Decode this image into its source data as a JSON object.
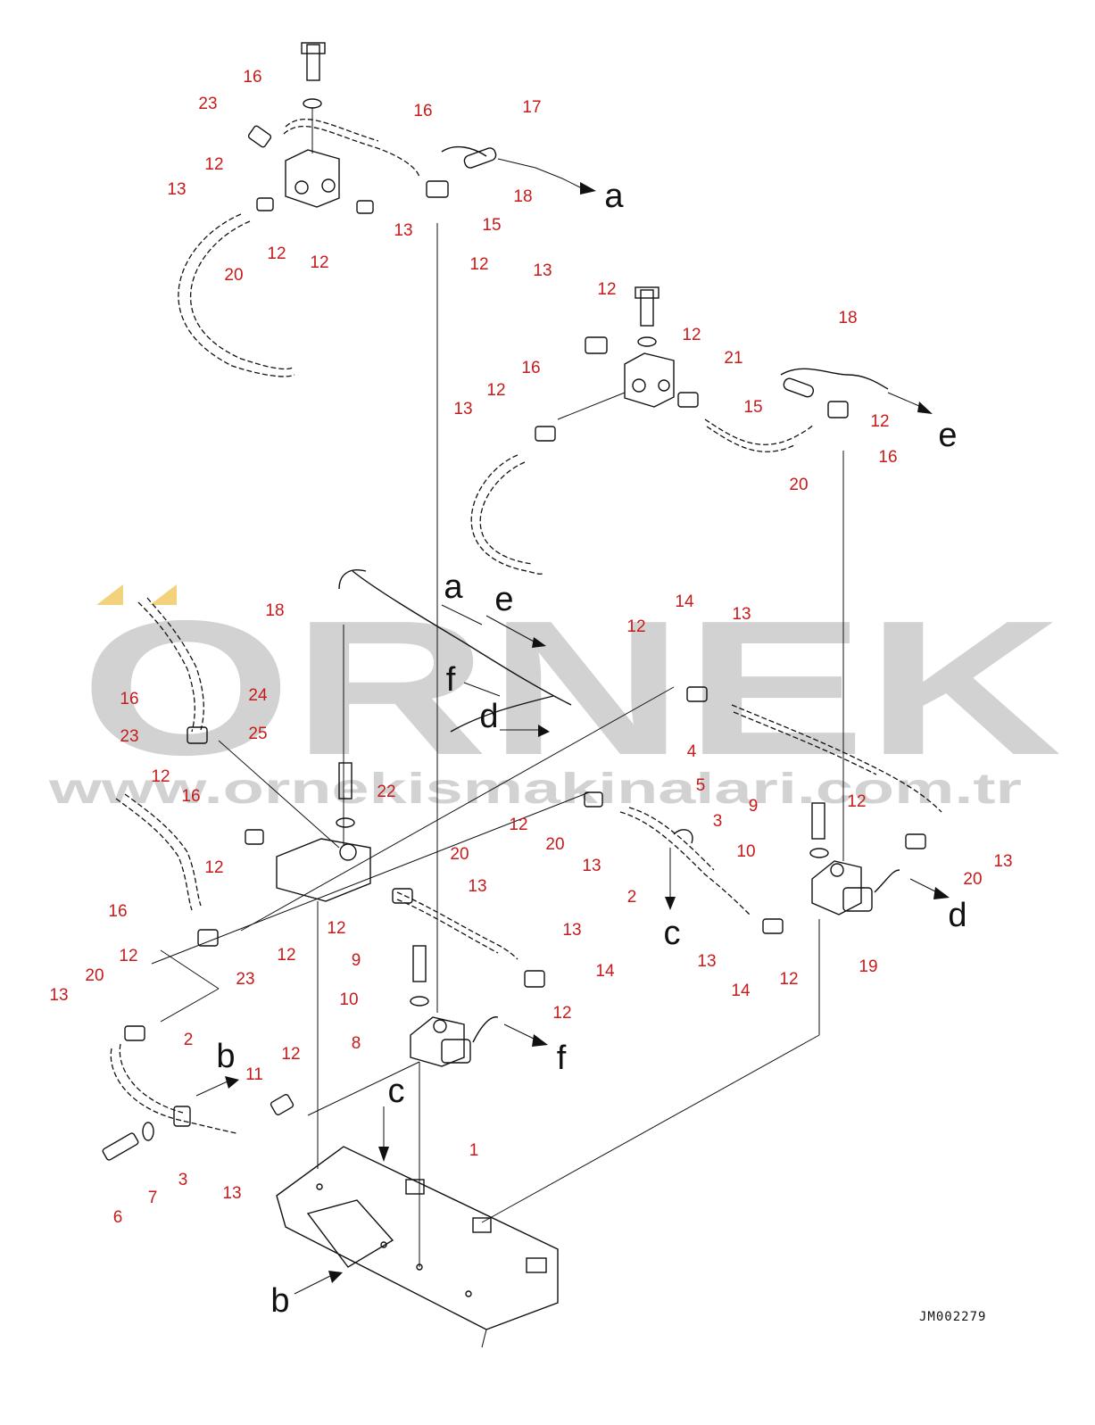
{
  "watermark": {
    "brand": "ORNEK",
    "url": "www.ornekismakinalari.com.tr",
    "accent_color": "#f2d27a",
    "text_color": "#d2d2d2"
  },
  "drawing_code": "JM002279",
  "colors": {
    "callout": "#c81a1a",
    "line": "#111111"
  },
  "callouts": [
    "16",
    "23",
    "12",
    "13",
    "20",
    "12",
    "12",
    "13",
    "16",
    "17",
    "18",
    "15",
    "12",
    "13",
    "12",
    "12",
    "16",
    "21",
    "18",
    "15",
    "12",
    "16",
    "20",
    "12",
    "13",
    "18",
    "24",
    "25",
    "16",
    "23",
    "12",
    "16",
    "12",
    "22",
    "12",
    "16",
    "12",
    "23",
    "12",
    "20",
    "13",
    "12",
    "14",
    "13",
    "12",
    "20",
    "13",
    "4",
    "5",
    "3",
    "2",
    "9",
    "10",
    "12",
    "20",
    "13",
    "20",
    "13",
    "13",
    "14",
    "12",
    "9",
    "10",
    "8",
    "13",
    "14",
    "12",
    "19",
    "2",
    "11",
    "12",
    "13",
    "3",
    "6",
    "7",
    "1"
  ],
  "letters": [
    "a",
    "a",
    "e",
    "e",
    "f",
    "f",
    "d",
    "d",
    "c",
    "c",
    "b",
    "b"
  ]
}
